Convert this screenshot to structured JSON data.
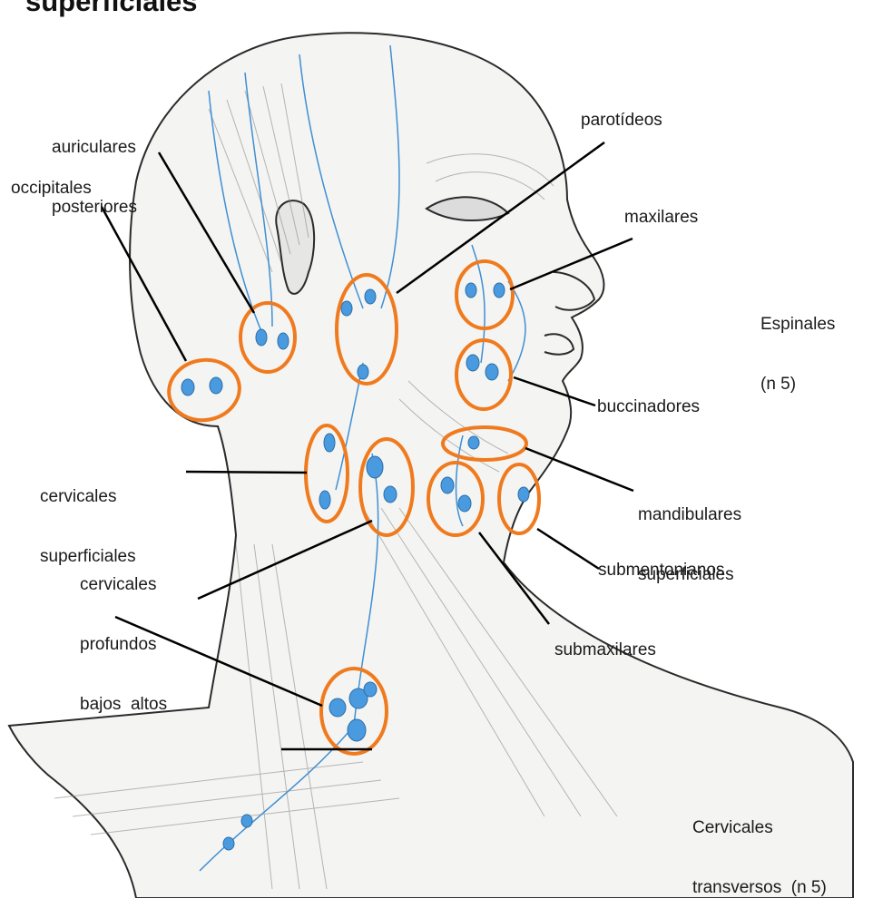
{
  "title": "superficiales",
  "labels": {
    "auriculares": [
      "auriculares",
      "posteriores"
    ],
    "occipitales": "occipitales",
    "parotideos": "parotídeos",
    "maxilares": "maxilares",
    "espinales": [
      "Espinales",
      "(n 5)"
    ],
    "buccinadores": "buccinadores",
    "cervicales_superficiales": [
      "cervicales",
      "superficiales"
    ],
    "mandibulares": [
      "mandibulares",
      "superficiales"
    ],
    "cervicales_profundos": [
      "cervicales",
      "profundos",
      "bajos  altos"
    ],
    "submentonianos": "submentonianos",
    "submaxilares": "submaxilares",
    "cervicales_transversos": [
      "Cervicales",
      "transversos  (n 5)"
    ]
  },
  "colors": {
    "node_ring": "#f07a1e",
    "lymph_vessel": "#3f8fd4",
    "node_fill": "#4a9ae0",
    "outline": "#2b2b2b",
    "shading": "#8a8a8a",
    "leader": "#000000"
  }
}
